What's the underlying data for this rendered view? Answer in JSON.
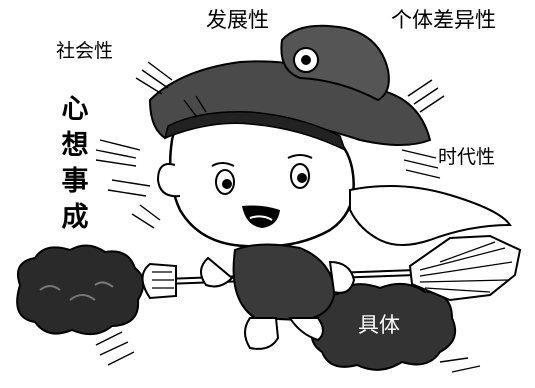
{
  "labels": {
    "development": "发展性",
    "individual_difference": "个体差异性",
    "social": "社会性",
    "era": "时代性",
    "wish_come_true": "心想事成",
    "concrete": "具体"
  },
  "colors": {
    "ink": "#000000",
    "paper": "#ffffff",
    "cloud_fill": "#2a2a2a",
    "hat_fill": "#4a4a4a"
  }
}
